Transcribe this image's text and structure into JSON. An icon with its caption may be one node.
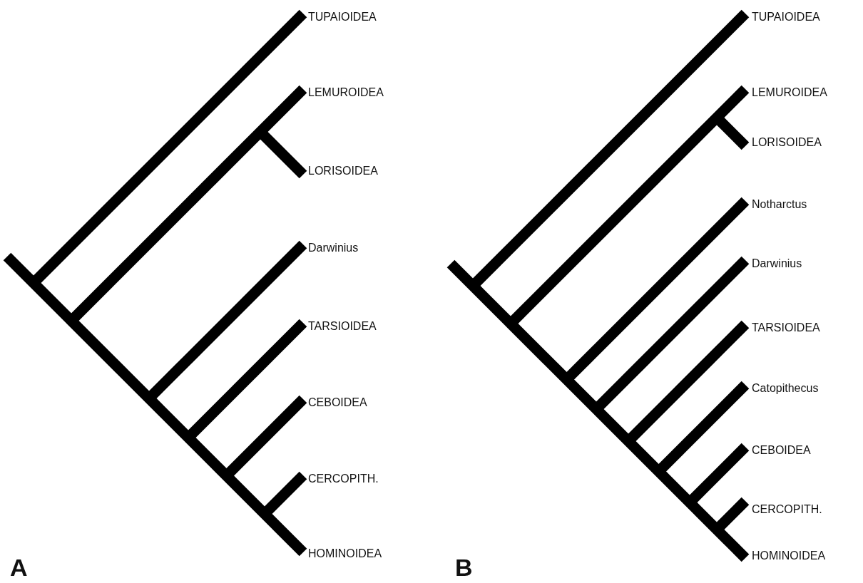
{
  "diagram": {
    "labels": [
      "TUPAIOIDEA",
      "LEMUROIDEA",
      "LORISOIDEA",
      "Darwinius",
      "TARSIOIDEA",
      "CEBOIDEA",
      "CERCOPITH.",
      "HOMINOIDEA",
      "A",
      "TUPAIOIDEA",
      "LEMUROIDEA",
      "LORISOIDEA",
      "Notharctus",
      "Darwinius",
      "TARSIOIDEA",
      "Catopithecus",
      "CEBOIDEA",
      "CERCOPITH.",
      "HOMINOIDEA",
      "B"
    ]
  }
}
